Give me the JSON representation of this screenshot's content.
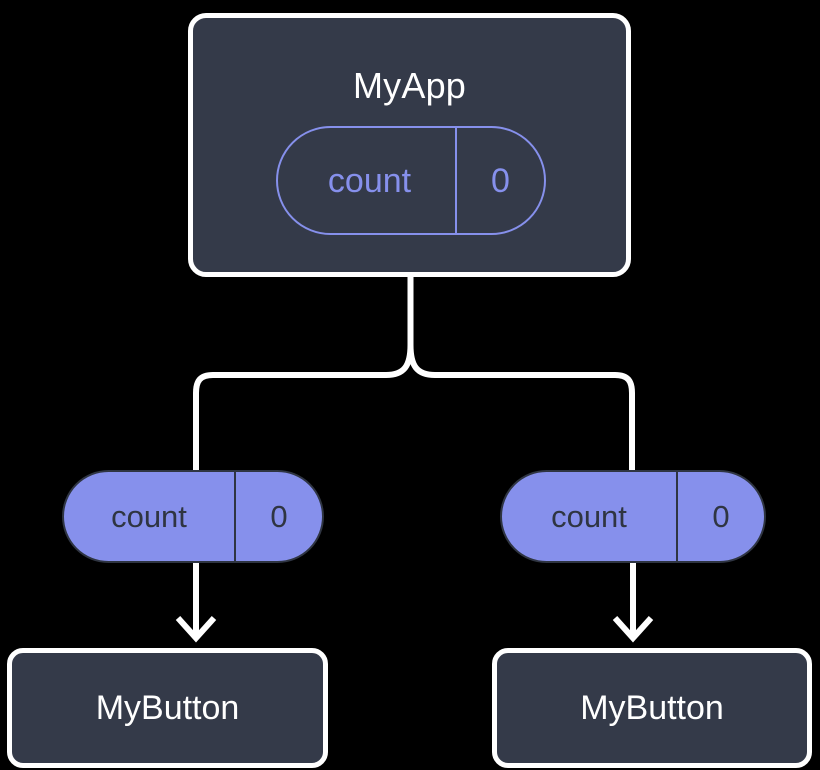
{
  "diagram": {
    "type": "component-state-tree",
    "background_color": "#000000",
    "colors": {
      "component_fill": "#343a49",
      "component_border": "#ffffff",
      "component_label": "#ffffff",
      "state_accent": "#8690ec",
      "state_text_dark": "#2f3542",
      "connector": "#ffffff"
    },
    "root": {
      "label": "MyApp",
      "state": {
        "name": "count",
        "value": "0"
      }
    },
    "children": [
      {
        "label": "MyButton",
        "state": {
          "name": "count",
          "value": "0"
        }
      },
      {
        "label": "MyButton",
        "state": {
          "name": "count",
          "value": "0"
        }
      }
    ]
  }
}
